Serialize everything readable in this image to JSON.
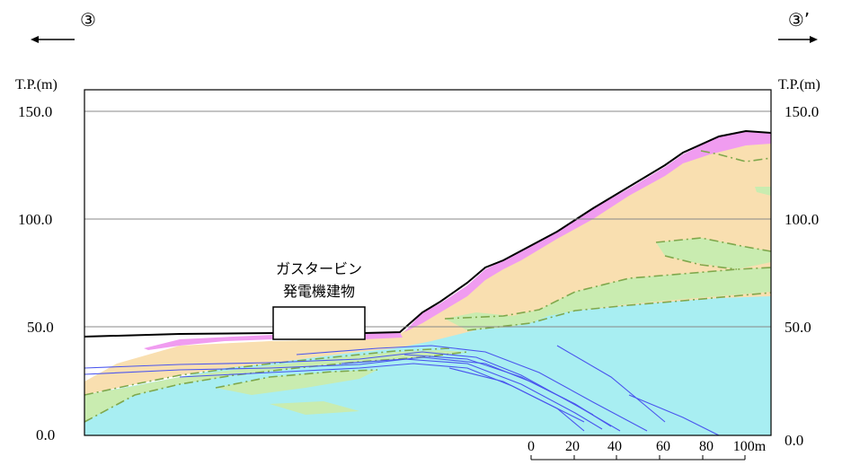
{
  "section": {
    "start_marker": "③",
    "end_marker": "③’"
  },
  "axis": {
    "unit_label_left": "T.P.(m)",
    "unit_label_right": "T.P.(m)",
    "ticks": [
      "150.0",
      "100.0",
      "50.0",
      "0.0"
    ],
    "tick_values": [
      150,
      100,
      50,
      0
    ]
  },
  "building": {
    "line1": "ガスタービン",
    "line2": "発電機建物"
  },
  "scale_bar": {
    "labels": [
      "0",
      "20",
      "40",
      "60",
      "80",
      "100m"
    ]
  },
  "colors": {
    "cyan_layer": "#a8eef2",
    "tan_layer": "#f9dfb0",
    "green_layer": "#c9ecb0",
    "pink_layer": "#f09cf0",
    "boundary_green": "#7fa84c",
    "blue_lines": "#4a55ee",
    "grid": "#888888"
  }
}
